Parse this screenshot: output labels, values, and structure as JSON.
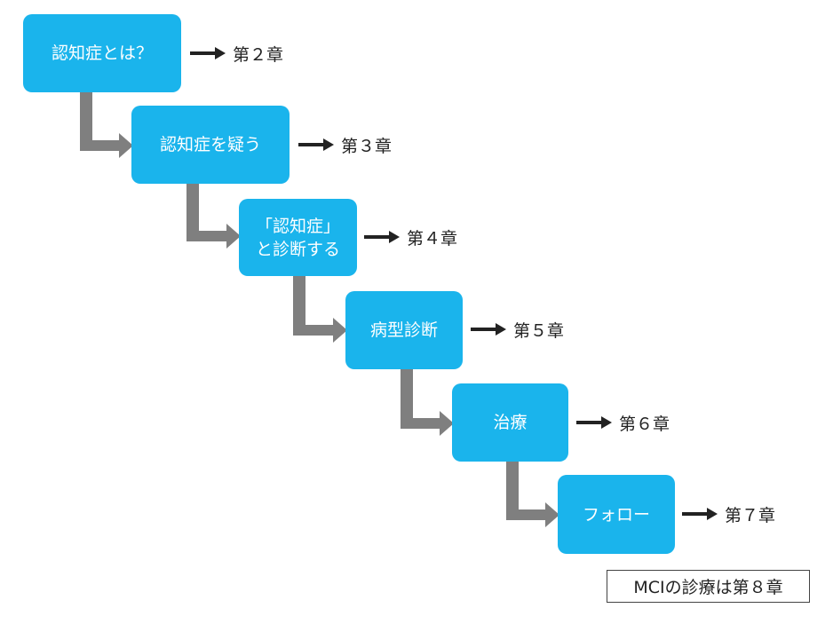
{
  "steps": [
    {
      "label": "認知症とは？",
      "chapter": "第２章"
    },
    {
      "label": "認知症を疑う",
      "chapter": "第３章"
    },
    {
      "label": "「認知症」\nと診断する",
      "chapter": "第４章"
    },
    {
      "label": "病型診断",
      "chapter": "第５章"
    },
    {
      "label": "治療",
      "chapter": "第６章"
    },
    {
      "label": "フォロー",
      "chapter": "第７章"
    }
  ],
  "note": "MCIの診療は第８章",
  "colors": {
    "box": "#1ab4ec",
    "connector": "#7f7f7f",
    "arrow": "#222222"
  }
}
